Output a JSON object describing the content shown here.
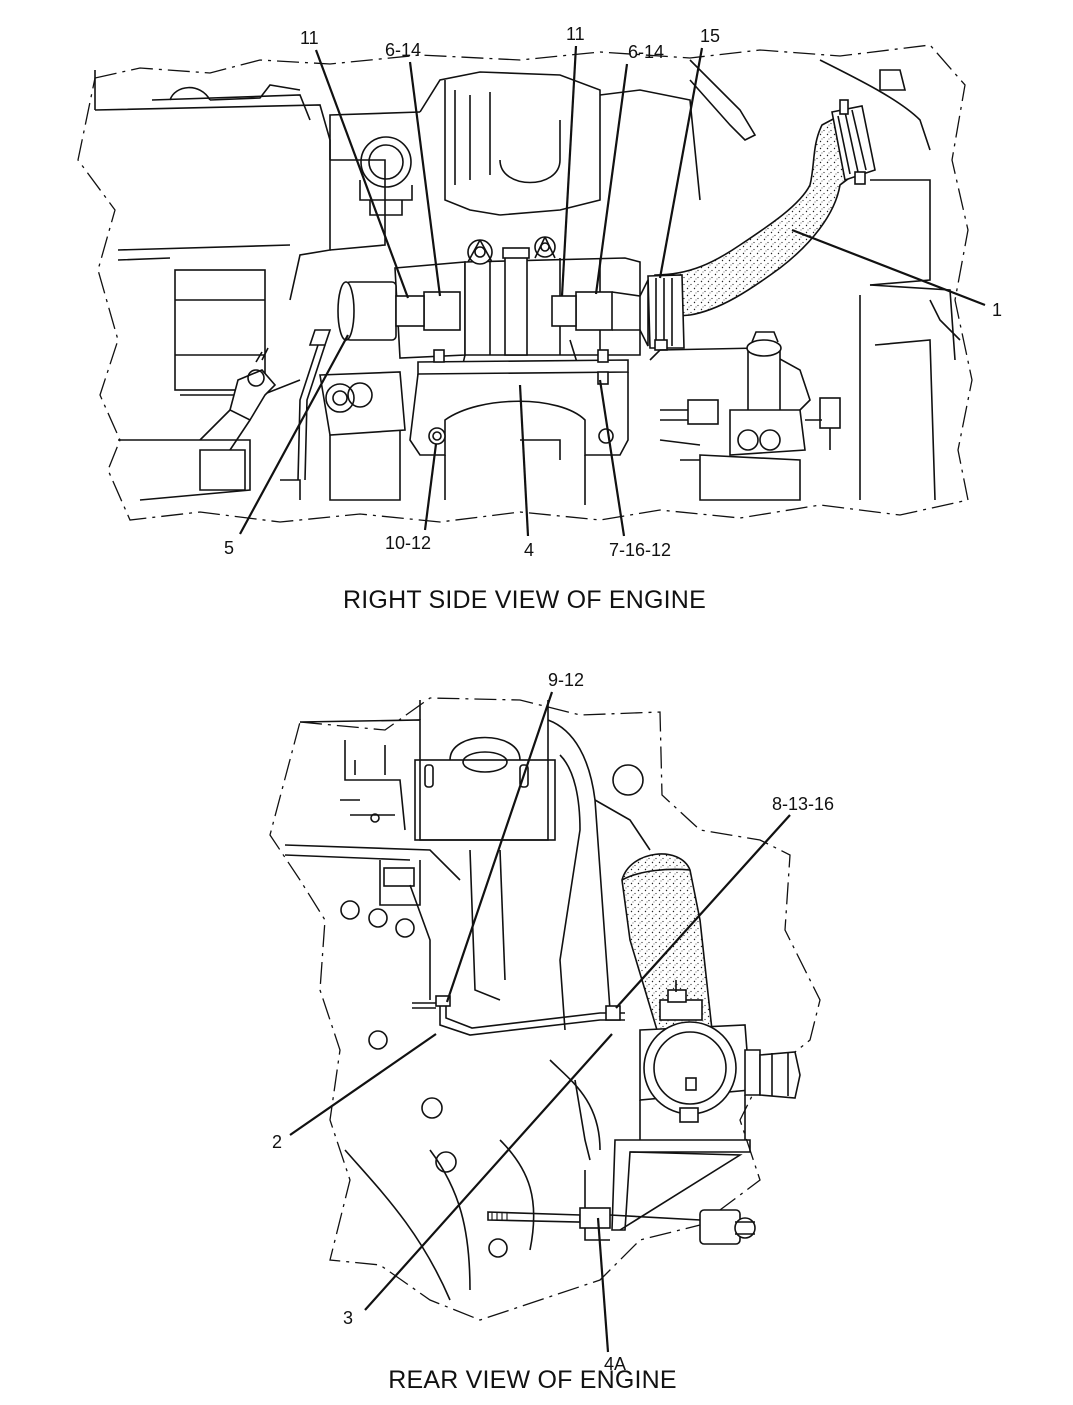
{
  "views": {
    "top_title": "RIGHT SIDE VIEW OF ENGINE",
    "bottom_title": "REAR VIEW OF ENGINE"
  },
  "callouts": {
    "c_11_left": "11",
    "c_6_14_left": "6-14",
    "c_11_right": "11",
    "c_6_14_right": "6-14",
    "c_15": "15",
    "c_1": "1",
    "c_5": "5",
    "c_10_12": "10-12",
    "c_4": "4",
    "c_7_16_12": "7-16-12",
    "c_9_12": "9-12",
    "c_8_13_16": "8-13-16",
    "c_2": "2",
    "c_3": "3",
    "c_4a": "4A"
  }
}
